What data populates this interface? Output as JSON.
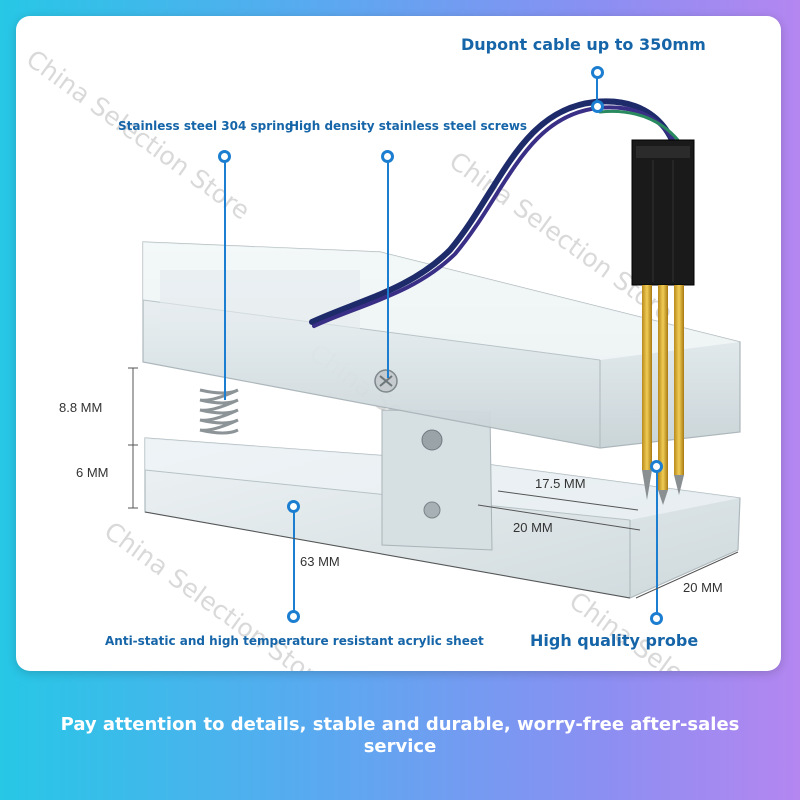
{
  "watermark": "China Selection Store",
  "features": {
    "dupont_cable": "Dupont cable up to 350mm",
    "spring": "Stainless steel 304 spring",
    "screws": "High density stainless steel screws",
    "acrylic": "Anti-static and high temperature resistant acrylic sheet",
    "probe": "High quality probe"
  },
  "dimensions": {
    "gap_height": "8.8 MM",
    "base_height": "6 MM",
    "probe_offset": "17.5 MM",
    "probe_depth": "20 MM",
    "length": "63 MM",
    "width": "20 MM"
  },
  "footer": "Pay attention to details, stable and durable, worry-free after-sales service",
  "colors": {
    "label_blue": "#1565a8",
    "pin_blue": "#1c7ed0",
    "gradient_start": "#27c7e6",
    "gradient_end": "#b486f0"
  }
}
